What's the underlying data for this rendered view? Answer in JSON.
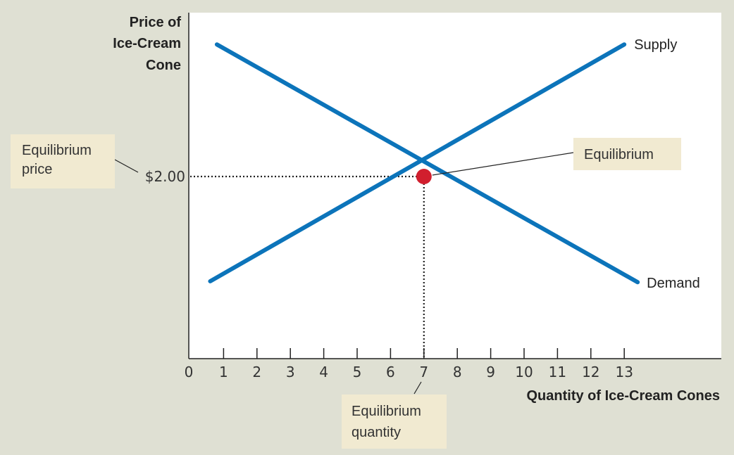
{
  "chart_data": {
    "type": "line",
    "ylabel": [
      "Price of",
      "Ice-Cream",
      "Cone"
    ],
    "xlabel": "Quantity of Ice-Cream Cones",
    "x_ticks": [
      0,
      1,
      2,
      3,
      4,
      5,
      6,
      7,
      8,
      9,
      10,
      11,
      12,
      13
    ],
    "y_tick_labels": [
      {
        "value": 2.0,
        "label": "$2.00"
      }
    ],
    "series": [
      {
        "name": "Supply",
        "color": "#0c74ba",
        "x": [
          0.6,
          13.0
        ],
        "y": [
          0.85,
          3.45
        ]
      },
      {
        "name": "Demand",
        "color": "#0c74ba",
        "x": [
          0.8,
          13.4
        ],
        "y": [
          3.45,
          0.84
        ]
      }
    ],
    "equilibrium": {
      "x": 7,
      "y": 2.0,
      "color": "#d11f2e"
    },
    "annotations": {
      "equilibrium_price": [
        "Equilibrium",
        "price"
      ],
      "equilibrium": [
        "Equilibrium"
      ],
      "equilibrium_quantity": [
        "Equilibrium",
        "quantity"
      ]
    },
    "colors": {
      "background": "#dfe0d3",
      "plot_background": "#ffffff",
      "callout_box": "#f1ead1"
    }
  }
}
